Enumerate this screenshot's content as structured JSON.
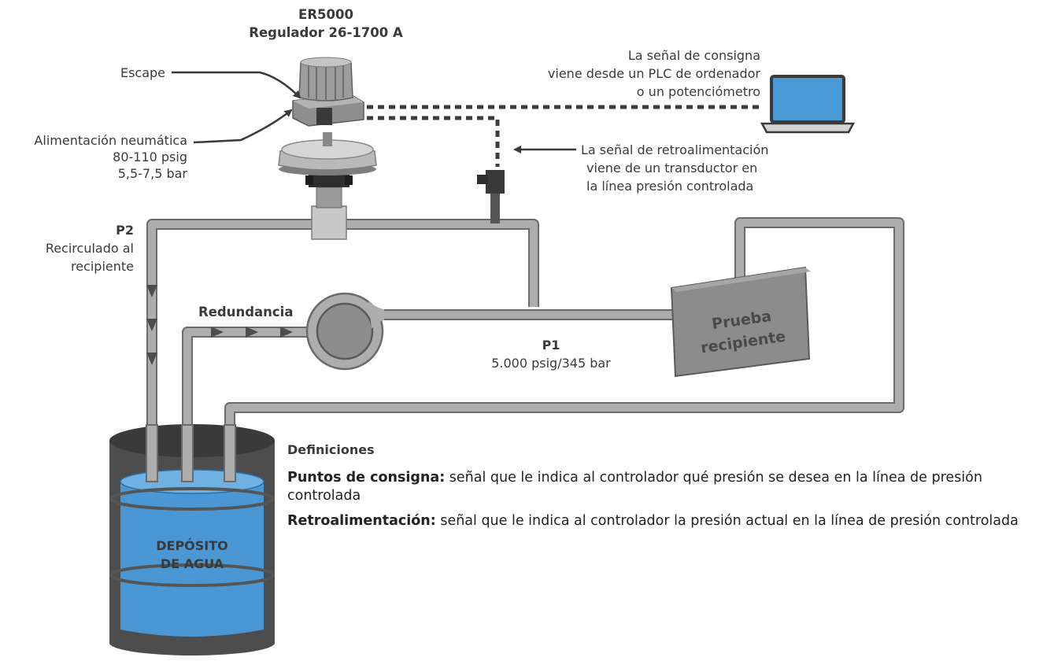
{
  "regulator": {
    "model": "ER5000",
    "name": "Regulador 26-1700 A"
  },
  "exhaust": "Escape",
  "supply": {
    "line1": "Alimentación neumática",
    "line2": "80-110 psig",
    "line3": "5,5-7,5 bar"
  },
  "setpoint_note": {
    "line1": "La señal de consigna",
    "line2": "viene desde un PLC de ordenador",
    "line3": "o un potenciómetro"
  },
  "feedback_note": {
    "line1": "La señal de retroalimentación",
    "line2": "viene de un transductor en",
    "line3": "la línea presión controlada"
  },
  "p2": {
    "title": "P2",
    "line1": "Recirculado al",
    "line2": "recipiente"
  },
  "redundancy": "Redundancia",
  "p1": {
    "title": "P1",
    "value": "5.000 psig/345 bar"
  },
  "test_vessel": {
    "line1": "Prueba",
    "line2": "recipiente"
  },
  "tank": {
    "line1": "DEPÓSITO",
    "line2": "DE AGUA"
  },
  "definitions": {
    "title": "Definiciones",
    "setpoint_term": "Puntos de consigna:",
    "setpoint_text": " señal que le indica al controlador qué presión se desea en la línea de presión controlada",
    "feedback_term": "Retroalimentación:",
    "feedback_text": " señal que le indica al controlador la presión actual en la línea de presión controlada"
  },
  "colors": {
    "pipe": "#adadad",
    "pipe_edge": "#6b6b6b",
    "water": "#4a97d3",
    "tank_dark": "#4d4d4d",
    "screen": "#4a9ad6",
    "signal": "#3c3c3c",
    "vessel": "#8c8c8c"
  }
}
